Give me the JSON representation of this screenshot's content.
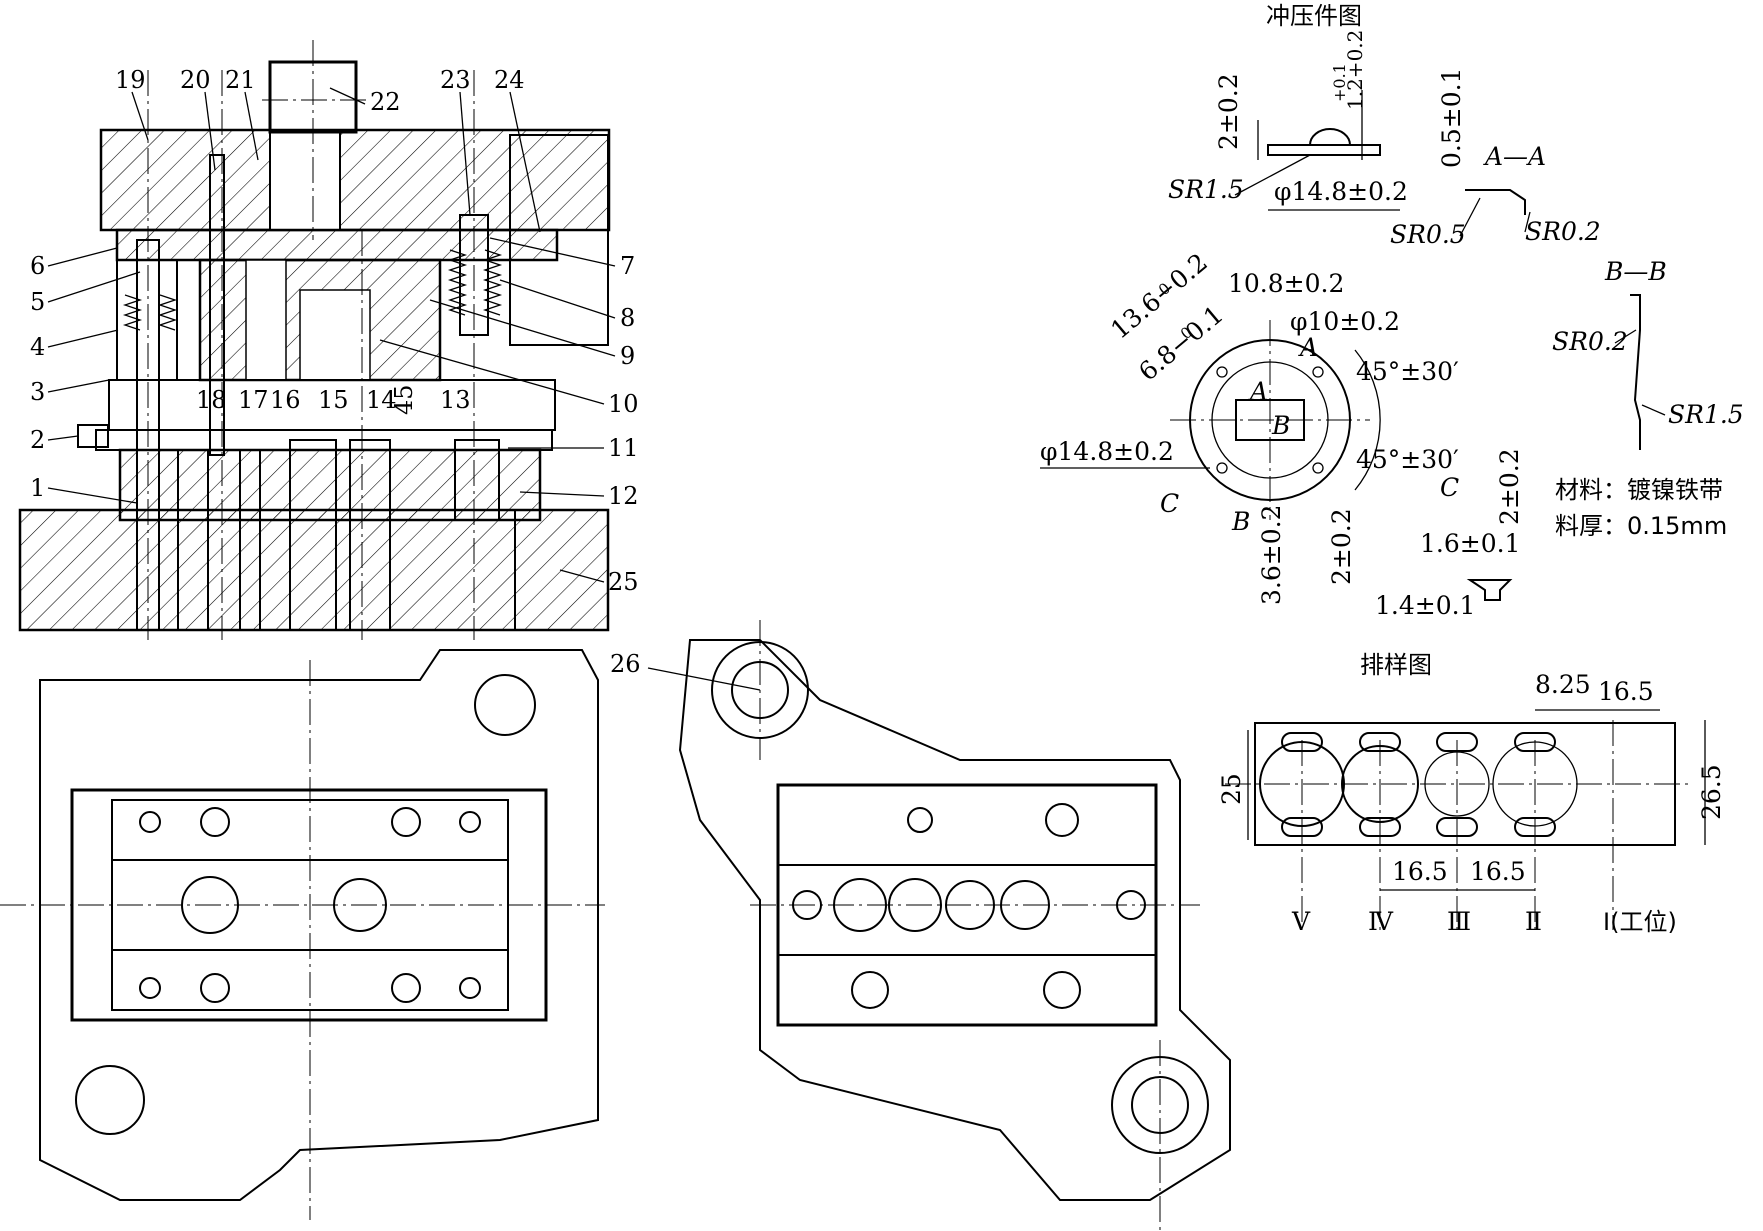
{
  "part_numbers": [
    "1",
    "2",
    "3",
    "4",
    "5",
    "6",
    "7",
    "8",
    "9",
    "10",
    "11",
    "12",
    "13",
    "14",
    "15",
    "16",
    "17",
    "18",
    "19",
    "20",
    "21",
    "22",
    "23",
    "24",
    "25",
    "26"
  ],
  "dim_45_main": "45",
  "stamping_part": {
    "title": "冲压件图",
    "dim_height": "2±0.2",
    "dim_tol_upper": "+0.1",
    "dim_tol_lower": "1.2+0.2",
    "dim_sr": "SR1.5",
    "dim_dia": "φ14.8±0.2",
    "dim_thick": "0.5±0.1",
    "section_aa": "A—A",
    "sr05": "SR0.5",
    "sr02": "SR0.2",
    "section_bb": "B—B",
    "sr02b": "SR0.2",
    "sr15b": "SR1.5",
    "dim_136": "13.6−0.2",
    "dim_136_sup": "0",
    "dim_68": "6.8−0.1",
    "dim_68_sup": "0",
    "dim_108": "10.8±0.2",
    "dim_phi10": "φ10±0.2",
    "angle1": "45°±30′",
    "angle2": "45°±30′",
    "dim_phi148": "φ14.8±0.2",
    "label_a": "A",
    "label_a2": "A",
    "label_b": "B",
    "label_b2": "B",
    "label_c": "C",
    "label_c2": "C",
    "dim_36": "3.6±0.2",
    "dim_2b": "2±0.2",
    "dim_2c": "2±0.2",
    "dim_16": "1.6±0.1",
    "dim_14": "1.4±0.1",
    "material": "材料：镀镍铁带",
    "thickness": "料厚：0.15mm"
  },
  "strip_layout": {
    "title": "排样图",
    "pitch_a": "8.25",
    "pitch_b": "16.5",
    "width_25": "25",
    "width_265": "26.5",
    "pitch_c": "16.5",
    "pitch_d": "16.5",
    "stations": [
      "Ⅴ",
      "Ⅳ",
      "Ⅲ",
      "Ⅱ",
      "Ⅰ(工位)"
    ]
  }
}
